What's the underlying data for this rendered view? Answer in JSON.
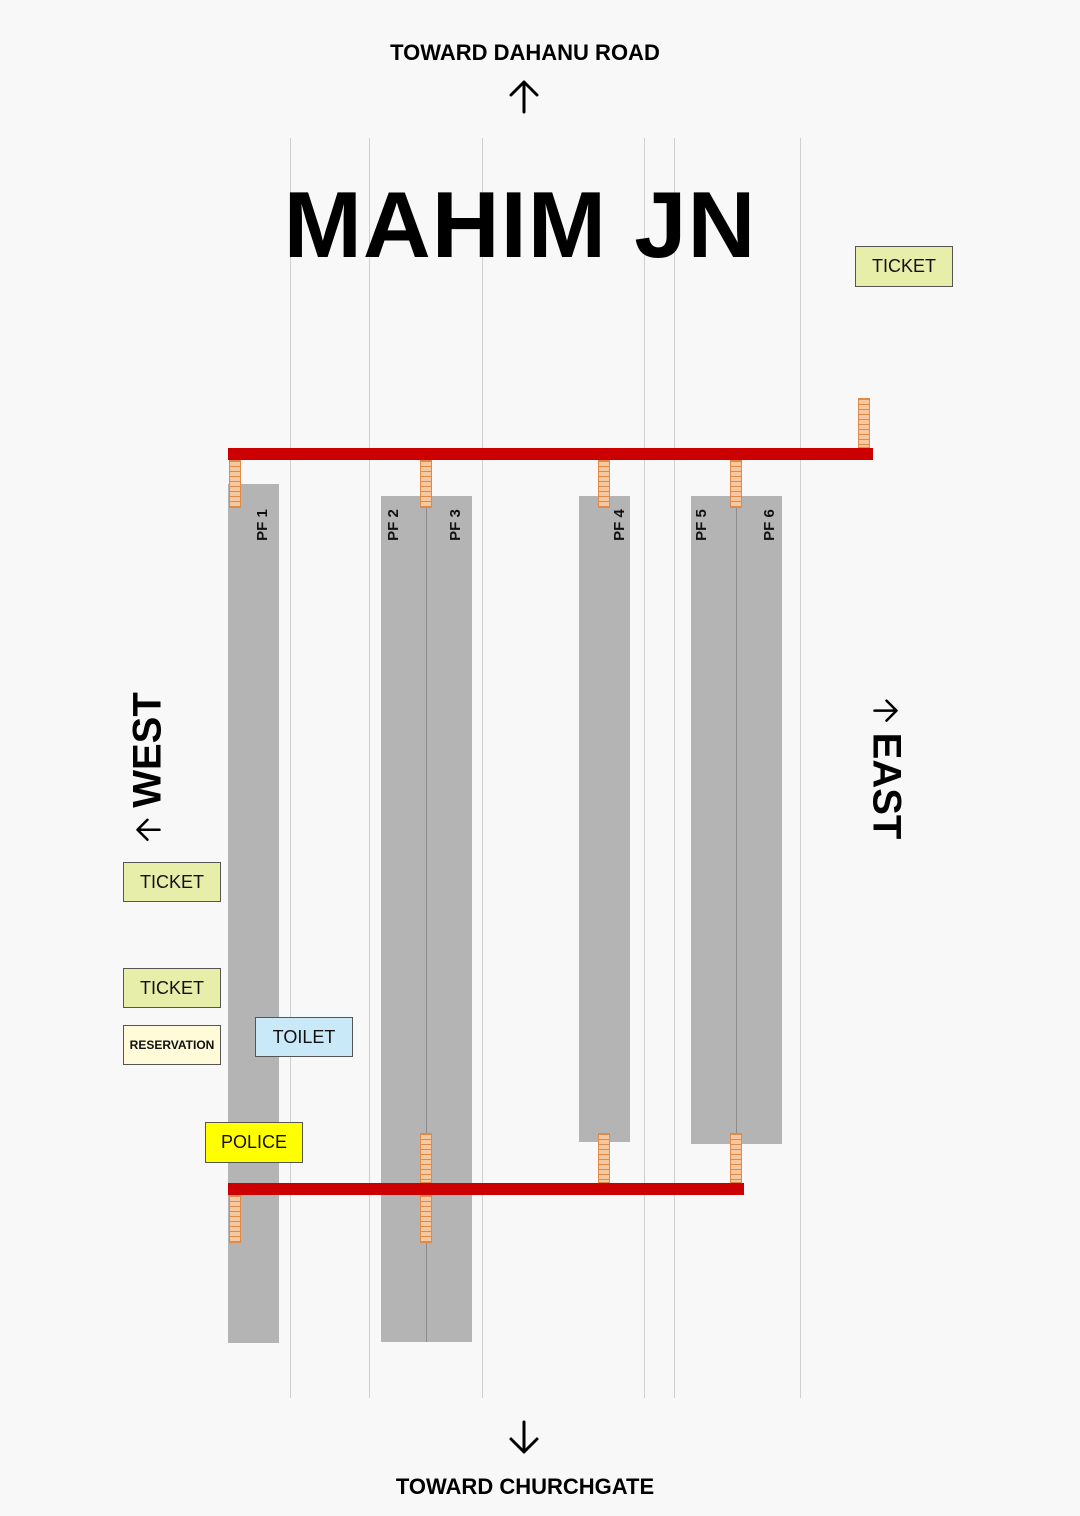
{
  "direction_north": "TOWARD DAHANU ROAD",
  "direction_south": "TOWARD CHURCHGATE",
  "station_name": "MAHIM JN",
  "west_label": "WEST",
  "east_label": "EAST",
  "platforms": {
    "pf1": "PF 1",
    "pf2": "PF 2",
    "pf3": "PF 3",
    "pf4": "PF 4",
    "pf5": "PF 5",
    "pf6": "PF 6"
  },
  "facilities": {
    "ticket_east": "TICKET",
    "ticket_west_1": "TICKET",
    "ticket_west_2": "TICKET",
    "reservation": "RESERVATION",
    "toilet": "TOILET",
    "police": "POLICE"
  },
  "colors": {
    "background": "#f8f8f8",
    "platform": "#b4b4b4",
    "foot_over_bridge": "#cc0000",
    "staircase": "#f6c8a0",
    "ticket": "#e6eeaa",
    "reservation": "#fffad8",
    "toilet": "#c9e9f9",
    "police": "#ffff00"
  }
}
